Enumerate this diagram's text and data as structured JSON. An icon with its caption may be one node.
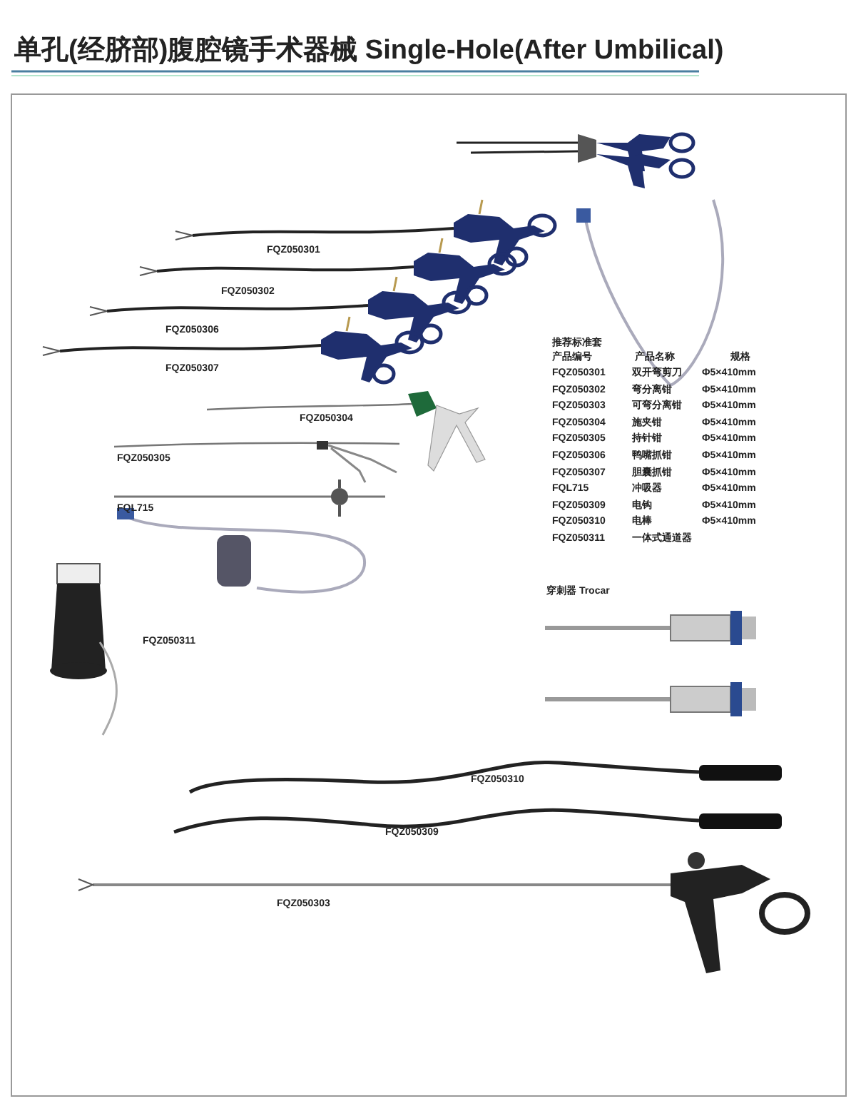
{
  "diagram": {
    "title": "单孔(经脐部)腹腔镜手术器械 Single-Hole(After Umbilical)",
    "labels": [
      "FQZ050301",
      "FQZ050302",
      "FQZ050306",
      "FQZ050307",
      "推荐标准套",
      "产品编号",
      "产品名称",
      "规格",
      "FQZ050301",
      "双开弯剪刀",
      "Φ5×410mm",
      "FQZ050302",
      "弯分离钳",
      "Φ5×410mm",
      "FQZ050303",
      "可弯分离钳",
      "Φ5×410mm",
      "FQZ050304",
      "施夹钳",
      "Φ5×410mm",
      "FQZ050305",
      "持针钳",
      "Φ5×410mm",
      "FQZ050306",
      "鸭嘴抓钳",
      "Φ5×410mm",
      "FQZ050307",
      "胆囊抓钳",
      "Φ5×410mm",
      "FQL715",
      "冲吸器",
      "Φ5×410mm",
      "FQZ050309",
      "电钩",
      "Φ5×410mm",
      "FQZ050310",
      "电棒",
      "Φ5×410mm",
      "FQZ050311",
      "一体式通道器",
      "FQZ050304",
      "FQZ050305",
      "FQL715",
      "穿刺器 Trocar",
      "FQZ050311",
      "FQZ050310",
      "FQZ050309",
      "FQZ050303"
    ]
  }
}
